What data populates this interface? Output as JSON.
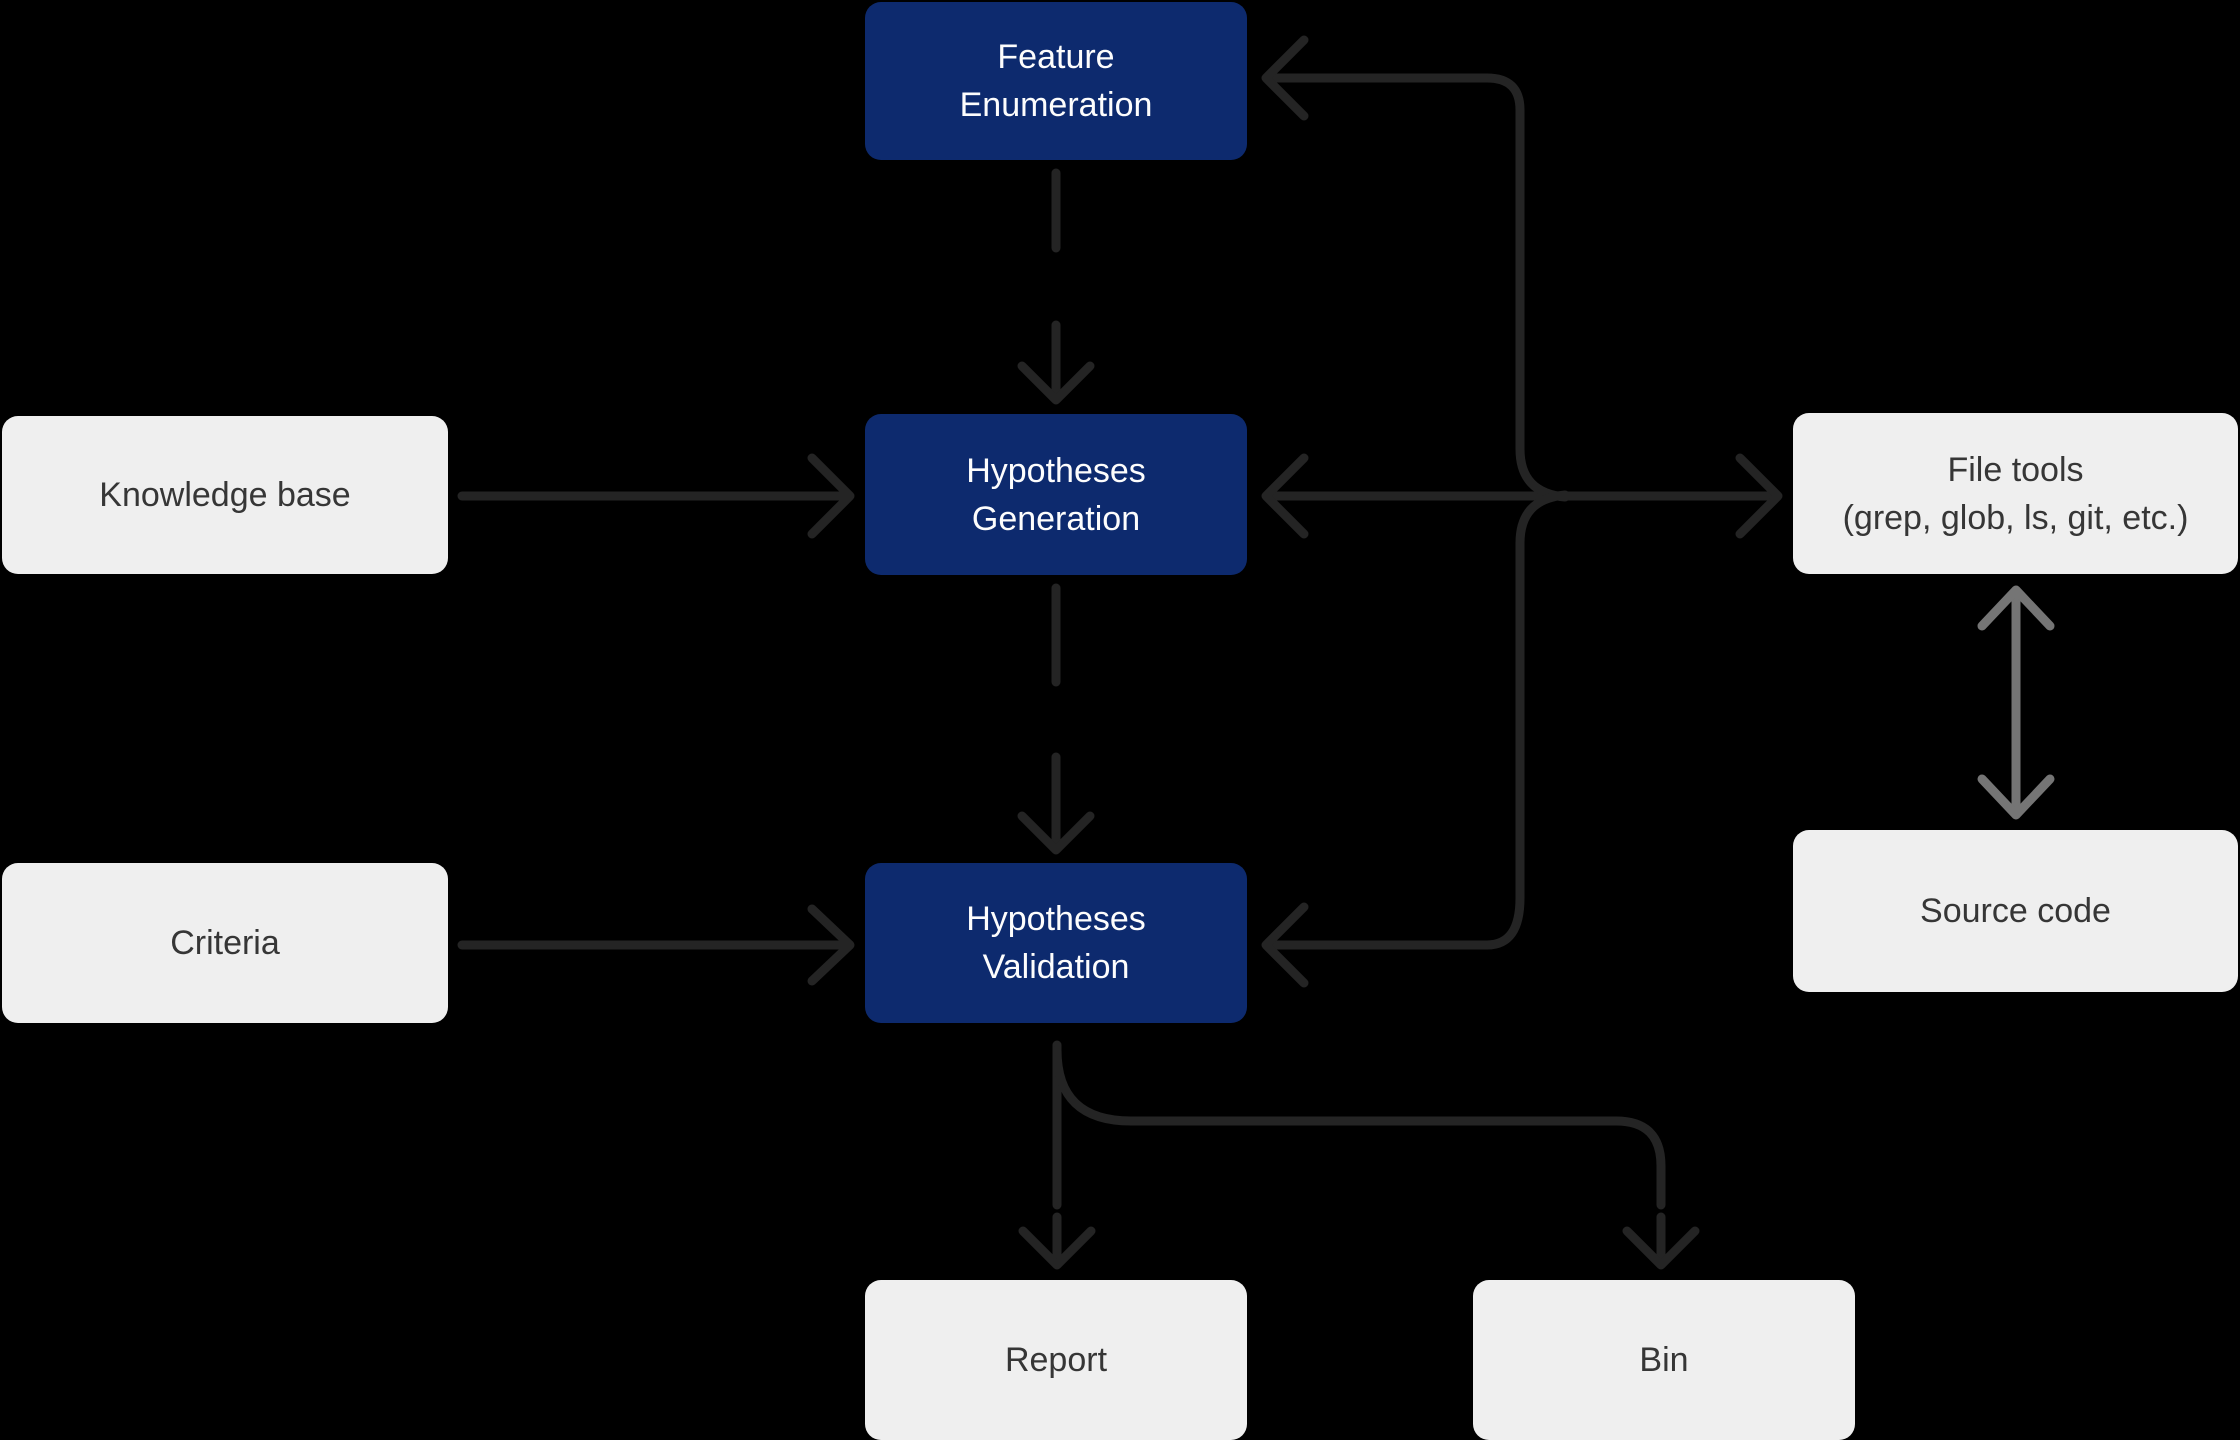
{
  "diagram": {
    "colors": {
      "background": "#000000",
      "primary_box": "#0d2a6e",
      "primary_text": "#fdfdfd",
      "secondary_box": "#efefef",
      "secondary_text": "#363636",
      "arrow_dark": "#242424",
      "arrow_gray": "#757575"
    },
    "nodes": {
      "feature_enumeration": {
        "lines": [
          "Feature",
          "Enumeration"
        ]
      },
      "hypotheses_generation": {
        "lines": [
          "Hypotheses",
          "Generation"
        ]
      },
      "hypotheses_validation": {
        "lines": [
          "Hypotheses",
          "Validation"
        ]
      },
      "knowledge_base": {
        "lines": [
          "Knowledge base"
        ]
      },
      "criteria": {
        "lines": [
          "Criteria"
        ]
      },
      "file_tools": {
        "lines": [
          "File tools",
          "(grep, glob, ls, git, etc.)"
        ]
      },
      "source_code": {
        "lines": [
          "Source code"
        ]
      },
      "report": {
        "lines": [
          "Report"
        ]
      },
      "bin": {
        "lines": [
          "Bin"
        ]
      }
    },
    "edges": [
      {
        "from": "Feature Enumeration",
        "to": "Hypotheses Generation",
        "style": "arrow",
        "color": "dark"
      },
      {
        "from": "Hypotheses Generation",
        "to": "Hypotheses Validation",
        "style": "arrow",
        "color": "dark"
      },
      {
        "from": "Knowledge base",
        "to": "Hypotheses Generation",
        "style": "arrow",
        "color": "dark"
      },
      {
        "from": "Criteria",
        "to": "Hypotheses Validation",
        "style": "arrow",
        "color": "dark"
      },
      {
        "from": "Hypotheses Generation",
        "to": "File tools",
        "style": "double-arrow",
        "color": "dark"
      },
      {
        "from": "File tools",
        "to": "Feature Enumeration",
        "style": "arrow",
        "color": "dark"
      },
      {
        "from": "File tools",
        "to": "Hypotheses Validation",
        "style": "arrow",
        "color": "dark"
      },
      {
        "from": "File tools",
        "to": "Source code",
        "style": "double-arrow",
        "color": "gray"
      },
      {
        "from": "Hypotheses Validation",
        "to": "Report",
        "style": "arrow",
        "color": "dark"
      },
      {
        "from": "Hypotheses Validation",
        "to": "Bin",
        "style": "arrow",
        "color": "dark"
      }
    ]
  }
}
